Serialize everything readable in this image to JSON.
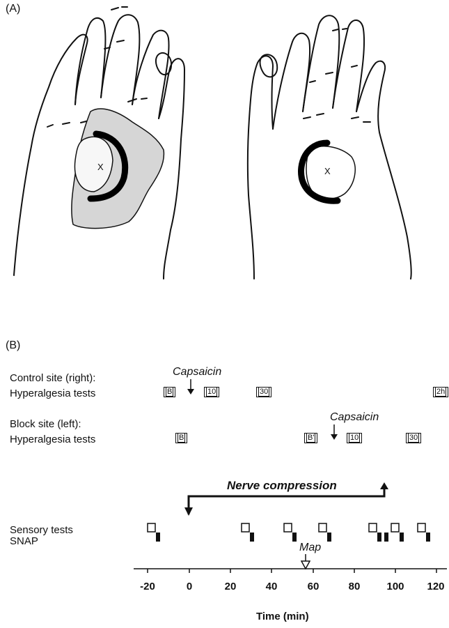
{
  "panel_a": {
    "label": "(A)",
    "left_hand_marker": "X",
    "right_hand_marker": "X"
  },
  "panel_b": {
    "label": "(B)",
    "control_site": "Control site (right):",
    "control_tests": "Hyperalgesia tests",
    "control_capsaicin": "Capsaicin",
    "control_boxes": [
      "B",
      "10",
      "30",
      "2h"
    ],
    "block_site": "Block site (left):",
    "block_tests": "Hyperalgesia tests",
    "block_capsaicin": "Capsaicin",
    "block_boxes": [
      "B",
      "B'",
      "10",
      "30"
    ],
    "nerve_compression": "Nerve compression",
    "sensory_tests": "Sensory tests",
    "snap": "SNAP",
    "map": "Map",
    "x_ticks": [
      "-20",
      "0",
      "20",
      "40",
      "60",
      "80",
      "100",
      "120"
    ],
    "x_axis_title": "Time (min)"
  }
}
